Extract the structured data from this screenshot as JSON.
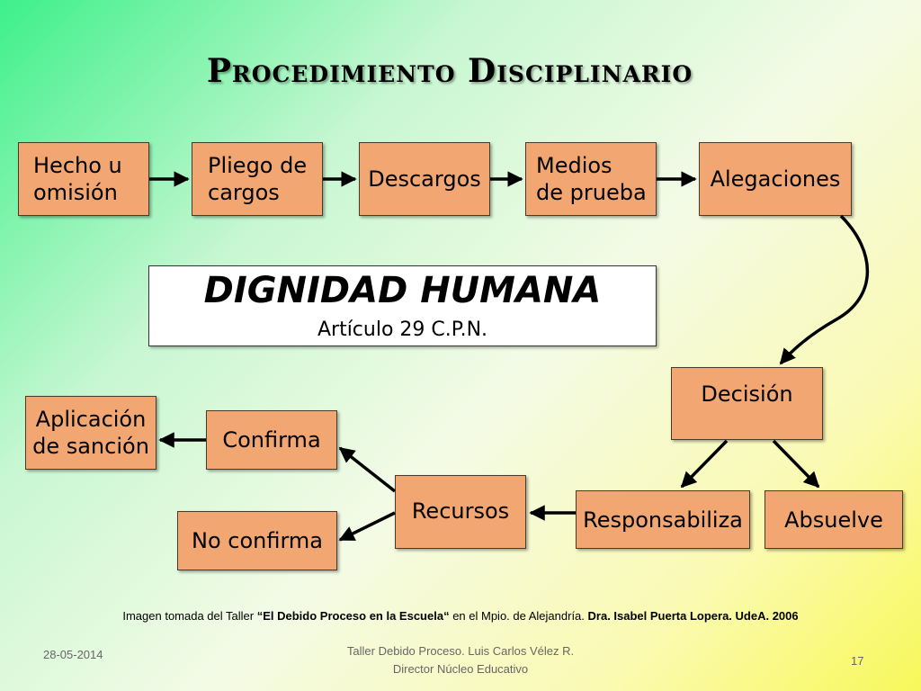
{
  "title": "Procedimiento Disciplinario",
  "nodes": {
    "hecho": "Hecho u\nomisión",
    "pliego": "Pliego de\ncargos",
    "descargos": "Descargos",
    "medios": "Medios\nde prueba",
    "alegaciones": "Alegaciones",
    "decision": "Decisión",
    "responsabiliza": "Responsabiliza",
    "absuelve": "Absuelve",
    "recursos": "Recursos",
    "confirma": "Confirma",
    "no_confirma": "No confirma",
    "aplicacion": "Aplicación\nde sanción"
  },
  "center": {
    "heading": "DIGNIDAD HUMANA",
    "article": "Artículo 29 C.P.N."
  },
  "caption": {
    "p1": "Imagen tomada del Taller  ",
    "b1": "“El Debido Proceso en la Escuela“",
    "p2": " en el Mpio. de Alejandría. ",
    "b2": "Dra. Isabel Puerta Lopera. UdeA.  2006"
  },
  "footer": {
    "date": "28-05-2014",
    "line1": "Taller Debido Proceso. Luis Carlos Vélez R.",
    "line2": "Director Núcleo Educativo",
    "page": "17"
  },
  "colors": {
    "node_fill": "#f2a773",
    "node_border": "#4a3a2a",
    "arrow": "#000000"
  }
}
